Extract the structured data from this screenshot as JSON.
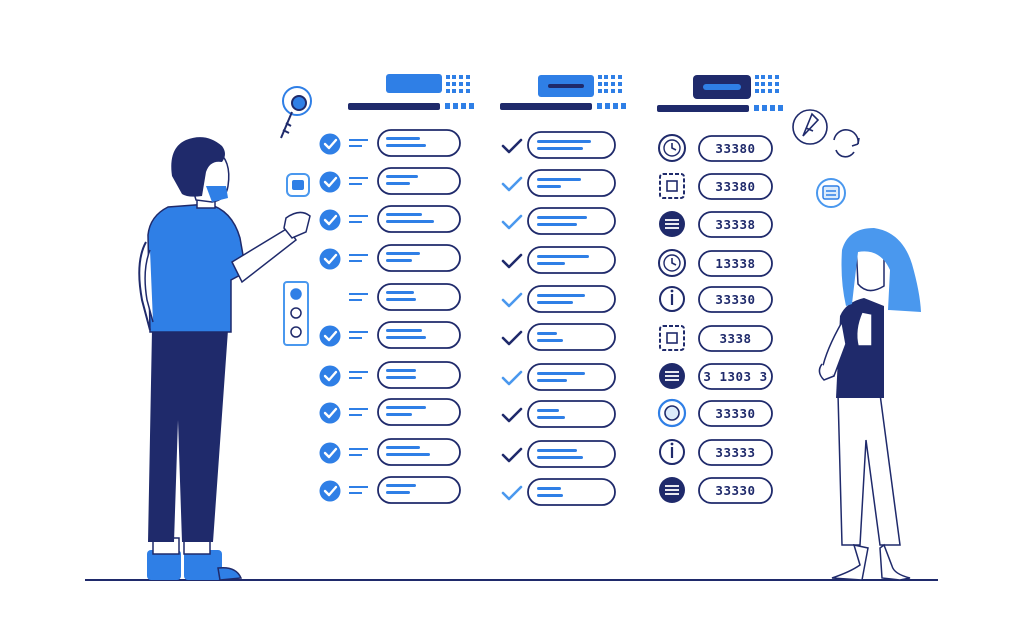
{
  "colors": {
    "navy": "#1f2a6b",
    "blue": "#2f7fe6",
    "light_blue": "#4a98ee",
    "pale_blue": "#dcebfb",
    "white": "#ffffff"
  },
  "left_column": {
    "check_states": [
      "checked",
      "checked",
      "checked",
      "checked",
      "none",
      "checked",
      "checked",
      "checked",
      "checked",
      "checked"
    ]
  },
  "middle_column": {
    "check_shades": [
      "navy",
      "light",
      "light",
      "navy",
      "light",
      "navy",
      "light",
      "navy",
      "navy",
      "light"
    ]
  },
  "right_column": {
    "icons": [
      "clock-icon",
      "ticket-icon",
      "menu-icon",
      "clock-icon",
      "info-icon",
      "calendar-icon",
      "menu-icon",
      "refresh-icon",
      "info-icon",
      "list-icon"
    ],
    "values": [
      "33380",
      "33380",
      "33338",
      "13338",
      "33330",
      "3338",
      "3 1303 3",
      "33330",
      "33333",
      "33330"
    ]
  },
  "decor": {
    "radio_options": [
      true,
      false,
      false
    ]
  }
}
